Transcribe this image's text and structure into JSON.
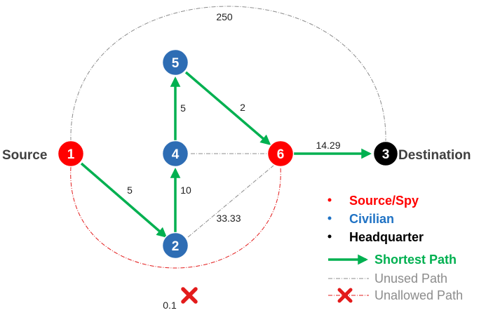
{
  "nodes": [
    {
      "id": "1",
      "label": "1",
      "role": "source"
    },
    {
      "id": "2",
      "label": "2",
      "role": "civilian"
    },
    {
      "id": "3",
      "label": "3",
      "role": "headquarter"
    },
    {
      "id": "4",
      "label": "4",
      "role": "civilian"
    },
    {
      "id": "5",
      "label": "5",
      "role": "civilian"
    },
    {
      "id": "6",
      "label": "6",
      "role": "source"
    }
  ],
  "node_captions": {
    "source": "Source",
    "destination": "Destination"
  },
  "edges": [
    {
      "from": "1",
      "to": "2",
      "weight": "5",
      "kind": "shortest"
    },
    {
      "from": "2",
      "to": "4",
      "weight": "10",
      "kind": "shortest"
    },
    {
      "from": "4",
      "to": "5",
      "weight": "5",
      "kind": "shortest"
    },
    {
      "from": "5",
      "to": "6",
      "weight": "2",
      "kind": "shortest"
    },
    {
      "from": "6",
      "to": "3",
      "weight": "14.29",
      "kind": "shortest"
    },
    {
      "from": "2",
      "to": "6",
      "weight": "33.33",
      "kind": "unused"
    },
    {
      "from": "4",
      "to": "6",
      "weight": "",
      "kind": "unused"
    },
    {
      "from": "1",
      "to": "3",
      "weight": "250",
      "kind": "unused"
    },
    {
      "from": "1",
      "to": "6",
      "weight": "0.1",
      "kind": "unallowed"
    }
  ],
  "legend": {
    "source_spy": "Source/Spy",
    "civilian": "Civilian",
    "headquarter": "Headquarter",
    "shortest_path": "Shortest Path",
    "unused_path": "Unused Path",
    "unallowed_path": "Unallowed Path"
  },
  "colors": {
    "source": "#ff0000",
    "civilian": "#2e6db4",
    "civilian_text": "#1f72c4",
    "headquarter": "#000000",
    "shortest": "#00b050",
    "unused": "#8c8c8c",
    "unallowed": "#e31b1b",
    "muted_text": "#8c8c8c",
    "dark_text": "#404040"
  }
}
